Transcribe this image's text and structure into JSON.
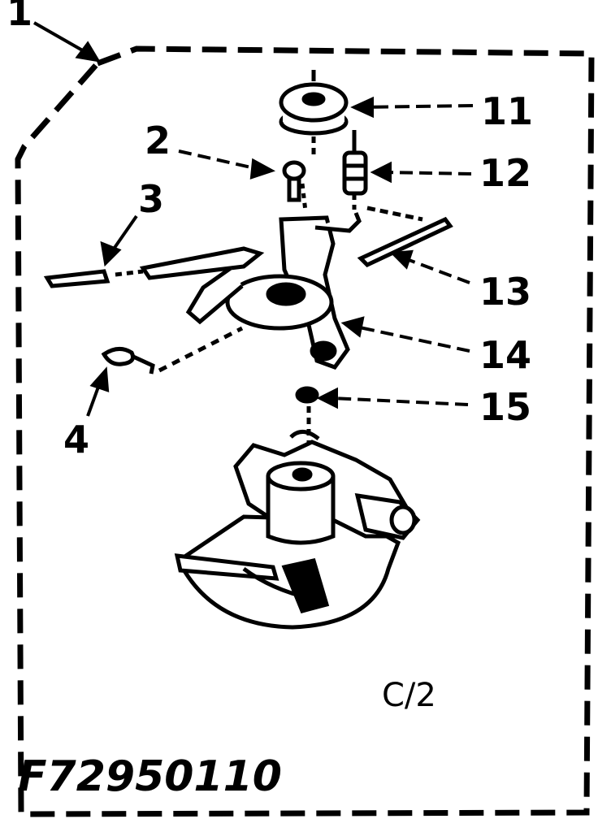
{
  "callouts": {
    "c1": "1",
    "c2": "2",
    "c3": "3",
    "c4": "4",
    "c11": "11",
    "c12": "12",
    "c13": "13",
    "c14": "14",
    "c15": "15"
  },
  "code": "C/2",
  "drawing_number": "F72950110"
}
